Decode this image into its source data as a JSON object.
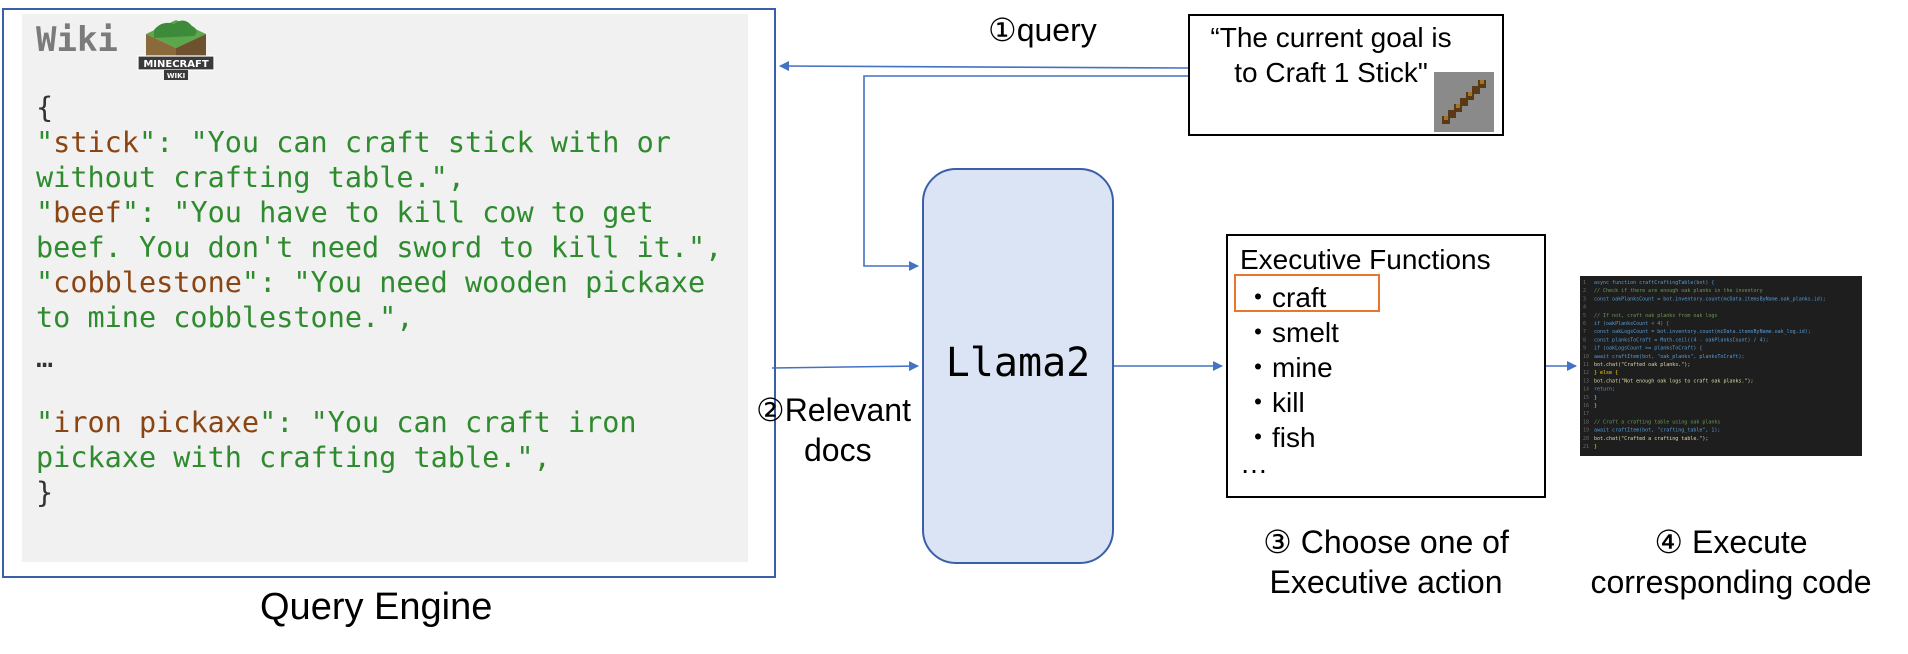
{
  "query_engine": {
    "wiki_title": "Wiki",
    "wiki_logo_text": [
      "MINECRAFT",
      "WIKI"
    ],
    "open_brace": "{",
    "entries": [
      {
        "key": "stick",
        "line1": "\"You can craft stick with or",
        "line2": "without crafting table.\","
      },
      {
        "key": "beef",
        "line1": "\"You have to kill cow to get",
        "line2": "beef. You don't need sword to kill it.\","
      },
      {
        "key": "cobblestone",
        "line1": "\"You need wooden pickaxe",
        "line2": "to mine cobblestone.\","
      },
      {
        "key": "iron pickaxe",
        "line1": "\"You can craft iron",
        "line2": "pickaxe with crafting table.\","
      }
    ],
    "ellipsis": "…",
    "close_brace": "}",
    "label": "Query Engine"
  },
  "llm": {
    "label": "Llama2"
  },
  "goal": {
    "text": "“The current goal is to Craft 1 Stick\""
  },
  "flow_labels": {
    "query": "①query",
    "relevant_docs_line1": "②Relevant",
    "relevant_docs_line2": "docs"
  },
  "executive_functions": {
    "title": "Executive Functions",
    "items": [
      "・craft",
      "・smelt",
      "・mine",
      "・kill",
      "・fish"
    ],
    "ellipsis": "…",
    "highlighted": "craft"
  },
  "captions": {
    "choose_line1": "③ Choose one of",
    "choose_line2": "Executive action",
    "execute_line1": "④ Execute",
    "execute_line2": "corresponding code"
  },
  "code_snippet": [
    "async function craftCraftingTable(bot) {",
    "  // Check if there are enough oak planks in the inventory",
    "  const oakPlanksCount = bot.inventory.count(mcData.itemsByName.oak_planks.id);",
    "",
    "  // If not, craft oak planks from oak logs",
    "  if (oakPlanksCount < 4) {",
    "    const oakLogsCount = bot.inventory.count(mcData.itemsByName.oak_log.id);",
    "    const planksToCraft = Math.ceil((4 - oakPlanksCount) / 4);",
    "    if (oakLogsCount >= planksToCraft) {",
    "      await craftItem(bot, \"oak_planks\", planksToCraft);",
    "      bot.chat(\"Crafted oak planks.\");",
    "    } else {",
    "      bot.chat(\"Not enough oak logs to craft oak planks.\");",
    "      return;",
    "    }",
    "  }",
    "",
    "  // Craft a crafting table using oak planks",
    "  await craftItem(bot, \"crafting_table\", 1);",
    "  bot.chat(\"Crafted a crafting table.\");",
    "}"
  ],
  "colors": {
    "arrow": "#4472c4",
    "panel_border": "#3a5ea8",
    "llm_fill": "#dbe4f4",
    "key_text": "#8b4513",
    "value_text": "#2e8b2e",
    "highlight": "#e8772e"
  }
}
